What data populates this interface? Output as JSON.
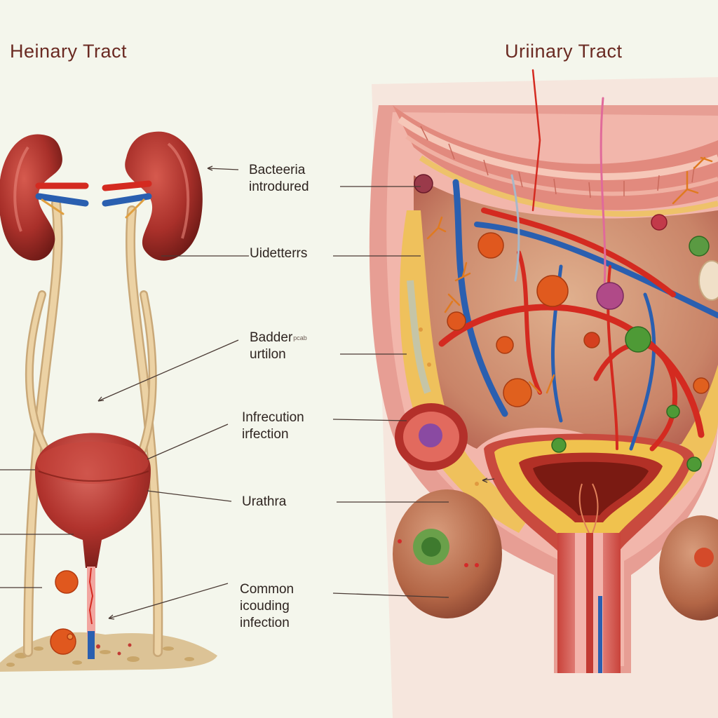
{
  "titles": {
    "left": "Heinary Tract",
    "right": "Uriinary Tract"
  },
  "labels": {
    "bacteria_line1": "Bacteeria",
    "bacteria_line2": "introdured",
    "ureters": "Uidetterrs",
    "bladder_line1": "Badder",
    "bladder_small": "pcab",
    "bladder_line2": "urtilon",
    "infection_line1": "Infrecution",
    "infection_line2": "irfection",
    "urethra": "Urathra",
    "common_line1": "Common",
    "common_line2": "icouding",
    "common_line3": "infection"
  },
  "colors": {
    "background": "#f4f6ec",
    "kidney": "#a9302a",
    "bladder": "#b1332d",
    "ureter": "#e6c896",
    "vein": "#2a5fb0",
    "artery": "#d42a20",
    "bacteria_orange": "#e0581e",
    "bacteria_green": "#4e9a36",
    "bacteria_purple": "#9a4a8e",
    "tissue_pink": "#e9a49c",
    "fat_yellow": "#efc15c"
  }
}
